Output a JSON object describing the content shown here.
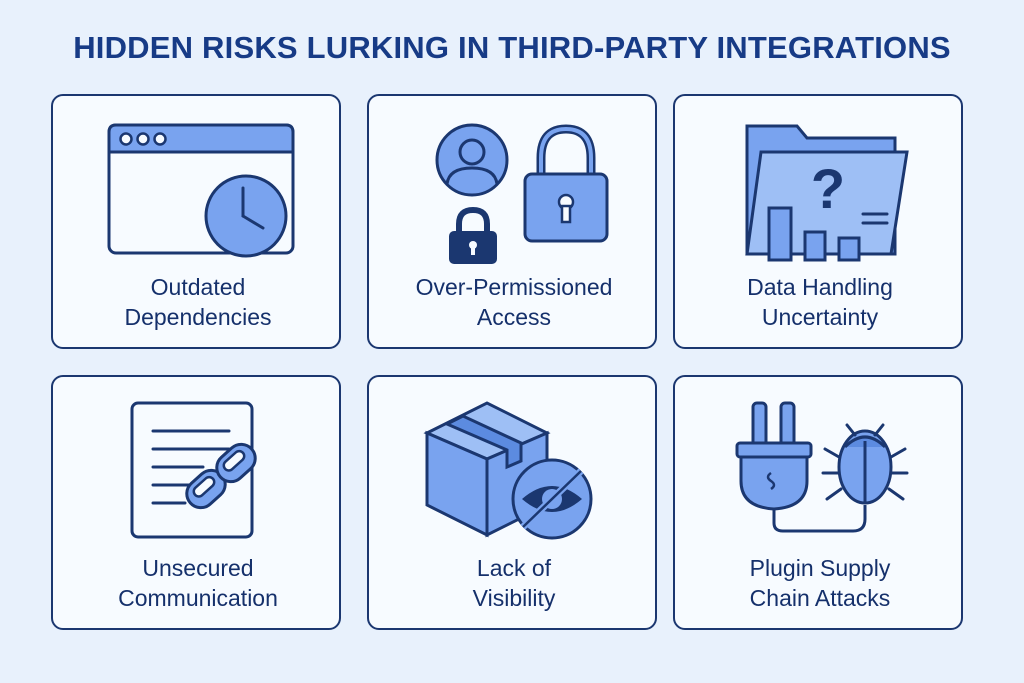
{
  "title": "HIDDEN RISKS LURKING IN THIRD-PARTY INTEGRATIONS",
  "colors": {
    "navy": "#1b3770",
    "fill": "#79a3ef",
    "fill_light": "#9ebff5",
    "background": "#e8f1fc",
    "card": "#f7fbff"
  },
  "cards": [
    {
      "line1": "Outdated",
      "line2": "Dependencies",
      "icon": "browser-clock-icon"
    },
    {
      "line1": "Over-Permissioned",
      "line2": "Access",
      "icon": "user-lock-icon"
    },
    {
      "line1": "Data Handling",
      "line2": "Uncertainty",
      "icon": "folder-question-icon"
    },
    {
      "line1": "Unsecured",
      "line2": "Communication",
      "icon": "document-link-icon"
    },
    {
      "line1": "Lack of",
      "line2": "Visibility",
      "icon": "box-hidden-eye-icon"
    },
    {
      "line1": "Plugin Supply",
      "line2": "Chain Attacks",
      "icon": "plug-bug-icon"
    }
  ]
}
